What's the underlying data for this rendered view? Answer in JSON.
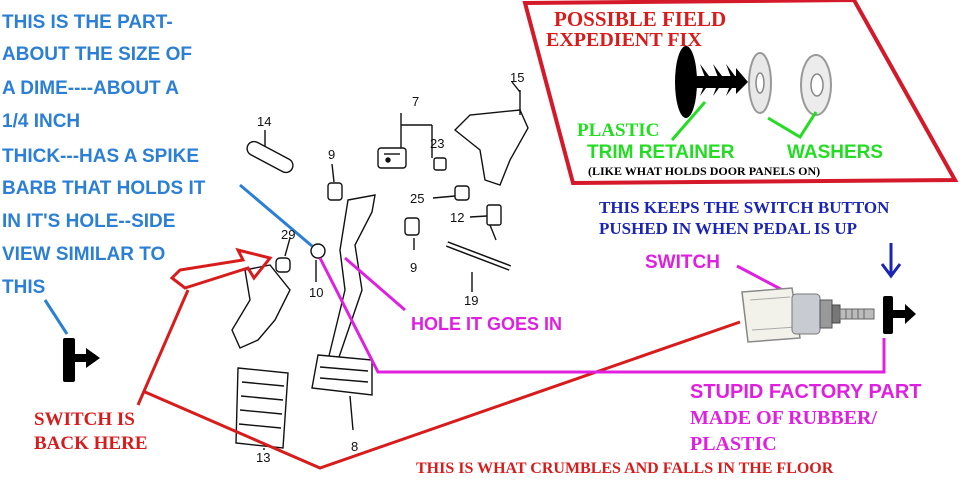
{
  "colors": {
    "blue": "#2b7fd4",
    "navy": "#1a24b5",
    "red": "#d81c1c",
    "magenta": "#e020e0",
    "green": "#22dd22",
    "black": "#000000",
    "box_border": "#d41a2a"
  },
  "part_description": {
    "lines": [
      "THIS IS THE PART-",
      "ABOUT THE SIZE OF",
      "A DIME----ABOUT A",
      "1/4 INCH",
      "THICK---HAS A SPIKE",
      "BARB THAT HOLDS IT",
      "IN IT'S HOLE--SIDE",
      "VIEW SIMILAR TO",
      "THIS"
    ]
  },
  "field_fix": {
    "title_line1": "POSSIBLE FIELD",
    "title_line2": "EXPEDIENT FIX",
    "label_plastic": "PLASTIC",
    "label_trim_retainer": "TRIM RETAINER",
    "label_washers": "WASHERS",
    "note": "(LIKE WHAT HOLDS DOOR PANELS ON)"
  },
  "switch_note": {
    "line1": "THIS KEEPS THE SWITCH BUTTON",
    "line2": "PUSHED IN WHEN PEDAL IS UP"
  },
  "switch_label": "SWITCH",
  "hole_label": "HOLE IT GOES IN",
  "switch_location": {
    "line1": "SWITCH IS",
    "line2": "BACK HERE"
  },
  "factory_part": {
    "line1": "STUPID FACTORY PART",
    "line2": "MADE OF RUBBER/",
    "line3": "PLASTIC"
  },
  "crumbles_note": "THIS IS WHAT CRUMBLES AND FALLS IN THE FLOOR",
  "part_numbers": [
    "7",
    "8",
    "9",
    "9",
    "10",
    "12",
    "13",
    "14",
    "15",
    "19",
    "23",
    "25",
    "29"
  ]
}
